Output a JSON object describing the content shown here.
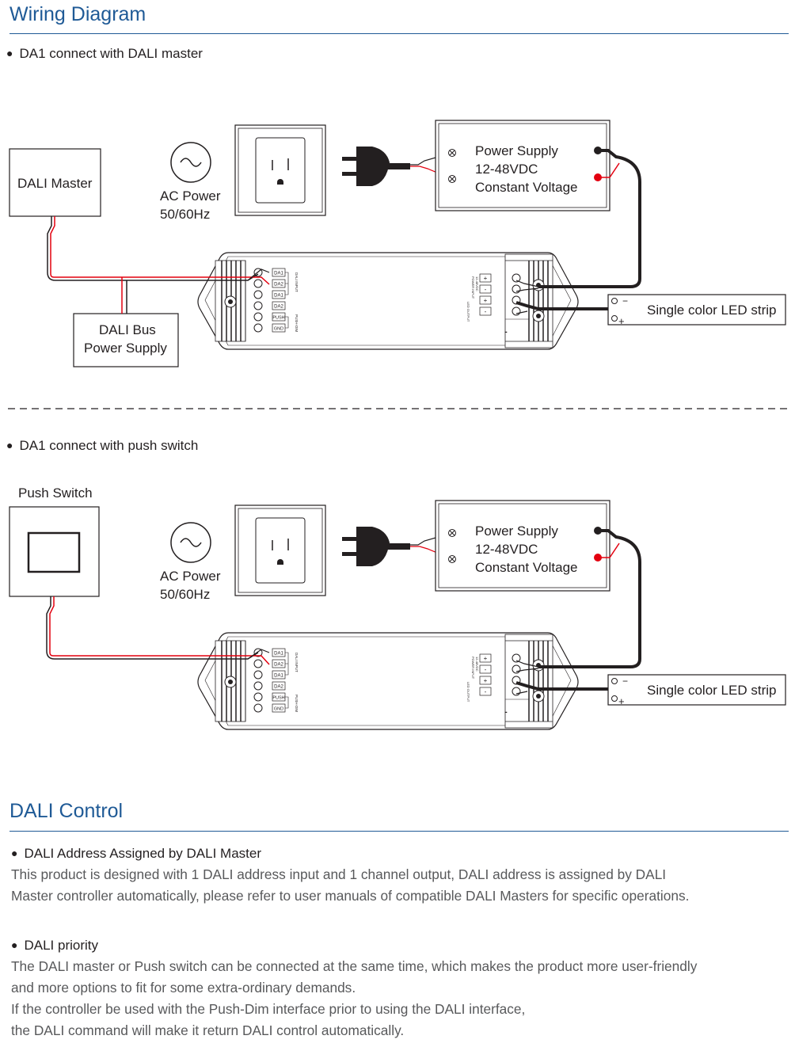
{
  "wiring": {
    "title": "Wiring Diagram",
    "section1": {
      "bullet": "DA1 connect with DALI master",
      "dali_master": "DALI Master",
      "ac_power_line1": "AC Power",
      "ac_power_line2": "50/60Hz",
      "psu_line1": "Power Supply",
      "psu_line2": "12-48VDC",
      "psu_line3": "Constant Voltage",
      "bus_psu_line1": "DALI Bus",
      "bus_psu_line2": "Power Supply",
      "led_strip": "Single color LED strip"
    },
    "section2": {
      "bullet": "DA1 connect with push switch",
      "push_switch": "Push Switch",
      "ac_power_line1": "AC Power",
      "ac_power_line2": "50/60Hz",
      "psu_line1": "Power Supply",
      "psu_line2": "12-48VDC",
      "psu_line3": "Constant Voltage",
      "led_strip": "Single color LED strip"
    },
    "terminal_labels": [
      "DA1",
      "DA2",
      "DA1",
      "DA2",
      "PUSH",
      "GND"
    ],
    "input_side_text": "DALI INPUT",
    "push_side_text": "PUSH-DIM",
    "power_input_text": "POWER INPUT",
    "power_range_text": "12-48VDC",
    "led_output_text": "LED OUTPUT",
    "output_signs": [
      "+",
      "-",
      "+",
      "-"
    ],
    "strip_minus": "−",
    "strip_plus": "+",
    "minus_mark": "-"
  },
  "dali_control": {
    "title": "DALI Control",
    "bullet1": "DALI Address Assigned by DALI Master",
    "para1": [
      "This product is designed with 1 DALI address input and 1 channel output, DALI address is assigned by DALI",
      "Master controller automatically, please refer to user manuals of compatible DALI Masters for specific operations."
    ],
    "bullet2": "DALI priority",
    "para2": [
      "The DALI master or Push switch can be connected at the same time, which makes the product more user-friendly",
      "and more options to fit for some extra-ordinary demands.",
      "If the controller be used with the Push-Dim interface prior to using the DALI interface,",
      "the DALI command will make it return DALI control automatically."
    ]
  },
  "colors": {
    "accent": "#1f5a96",
    "wire_red": "#e3000f",
    "wire_black": "#231f20"
  }
}
